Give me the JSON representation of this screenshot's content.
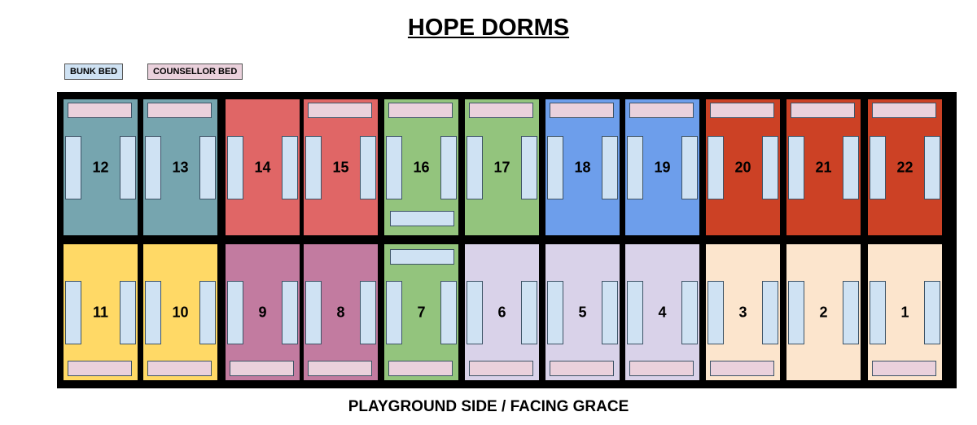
{
  "title": "HOPE DORMS",
  "footer": "PLAYGROUND SIDE / FACING GRACE",
  "legend": {
    "bunk_label": "BUNK BED",
    "counsellor_label": "COUNSELLOR BED",
    "bunk_color": "#cfe2f3",
    "counsellor_color": "#ead1dc"
  },
  "rooms": [
    {
      "number": "12",
      "color": "#76a5af",
      "row": "top",
      "counsellor_bed": "top"
    },
    {
      "number": "13",
      "color": "#76a5af",
      "row": "top",
      "counsellor_bed": "top"
    },
    {
      "number": "14",
      "color": "#e06666",
      "row": "top",
      "counsellor_bed": "none"
    },
    {
      "number": "15",
      "color": "#e06666",
      "row": "top",
      "counsellor_bed": "top"
    },
    {
      "number": "16",
      "color": "#93c47d",
      "row": "top",
      "counsellor_bed": "top",
      "extra_bunk": "bottom"
    },
    {
      "number": "17",
      "color": "#93c47d",
      "row": "top",
      "counsellor_bed": "top"
    },
    {
      "number": "18",
      "color": "#6d9eeb",
      "row": "top",
      "counsellor_bed": "top"
    },
    {
      "number": "19",
      "color": "#6d9eeb",
      "row": "top",
      "counsellor_bed": "top"
    },
    {
      "number": "20",
      "color": "#cc4125",
      "row": "top",
      "counsellor_bed": "top"
    },
    {
      "number": "21",
      "color": "#cc4125",
      "row": "top",
      "counsellor_bed": "top"
    },
    {
      "number": "22",
      "color": "#cc4125",
      "row": "top",
      "counsellor_bed": "top"
    },
    {
      "number": "11",
      "color": "#ffd966",
      "row": "bottom",
      "counsellor_bed": "bottom"
    },
    {
      "number": "10",
      "color": "#ffd966",
      "row": "bottom",
      "counsellor_bed": "bottom"
    },
    {
      "number": "9",
      "color": "#c27ba0",
      "row": "bottom",
      "counsellor_bed": "bottom"
    },
    {
      "number": "8",
      "color": "#c27ba0",
      "row": "bottom",
      "counsellor_bed": "bottom"
    },
    {
      "number": "7",
      "color": "#93c47d",
      "row": "bottom",
      "counsellor_bed": "bottom",
      "extra_bunk": "top"
    },
    {
      "number": "6",
      "color": "#d9d2e9",
      "row": "bottom",
      "counsellor_bed": "bottom"
    },
    {
      "number": "5",
      "color": "#d9d2e9",
      "row": "bottom",
      "counsellor_bed": "bottom"
    },
    {
      "number": "4",
      "color": "#d9d2e9",
      "row": "bottom",
      "counsellor_bed": "bottom"
    },
    {
      "number": "3",
      "color": "#fce5cd",
      "row": "bottom",
      "counsellor_bed": "bottom"
    },
    {
      "number": "2",
      "color": "#fce5cd",
      "row": "bottom",
      "counsellor_bed": "none"
    },
    {
      "number": "1",
      "color": "#fce5cd",
      "row": "bottom",
      "counsellor_bed": "bottom"
    }
  ]
}
